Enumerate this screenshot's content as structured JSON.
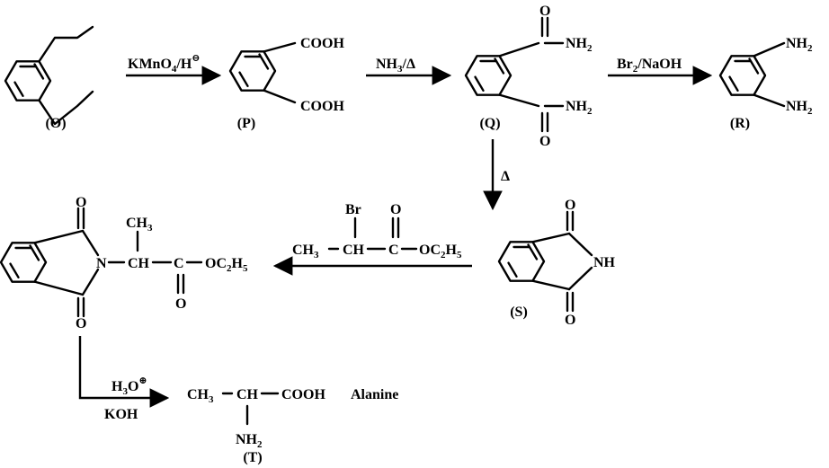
{
  "compounds": {
    "O": {
      "label": "(O)"
    },
    "P": {
      "label": "(P)",
      "group_top": "COOH",
      "group_bottom": "COOH"
    },
    "Q": {
      "label": "(Q)",
      "group_top": "NH2",
      "group_bottom": "NH2",
      "oxygen": "O"
    },
    "R": {
      "label": "(R)",
      "group_top": "NH2",
      "group_bottom": "NH2"
    },
    "S": {
      "label": "(S)",
      "nh": "NH",
      "oxygen": "O"
    },
    "N_product": {
      "n_atom": "N",
      "ch3": "CH3",
      "ch": "CH",
      "c": "C",
      "oet": "OC2H5",
      "oxygen": "O"
    },
    "T": {
      "label": "(T)",
      "ch3": "CH3",
      "ch": "CH",
      "cooh": "COOH",
      "nh2": "NH2",
      "name": "Alanine"
    }
  },
  "reagents": {
    "step1": "KMnO4/H⊖",
    "step2": "NH3/Δ",
    "step3": "Br2/NaOH",
    "step4": "Δ",
    "step5": {
      "br": "Br",
      "ch3": "CH3",
      "ch": "CH",
      "c": "C",
      "oet": "OC2H5",
      "oxygen": "O"
    },
    "step6_top": "H3O⊕",
    "step6_bottom": "KOH"
  }
}
